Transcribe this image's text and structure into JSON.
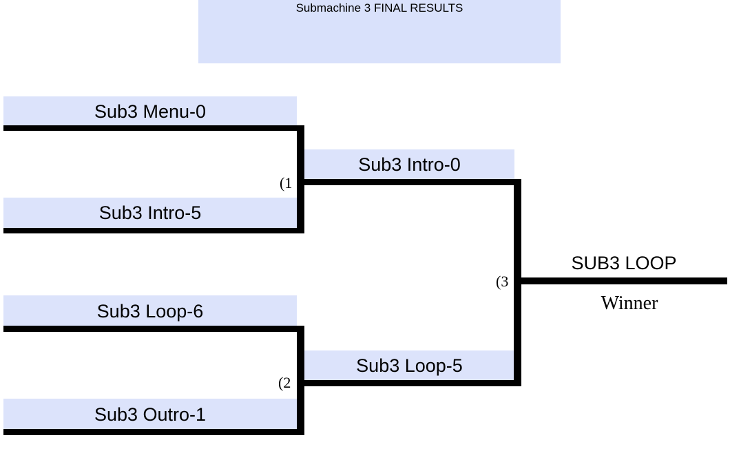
{
  "title": "Submachine 3 FINAL RESULTS",
  "round1": {
    "match1": {
      "top": "Sub3 Menu-0",
      "bottom": "Sub3 Intro-5",
      "number": "(1"
    },
    "match2": {
      "top": "Sub3 Loop-6",
      "bottom": "Sub3 Outro-1",
      "number": "(2"
    }
  },
  "round2": {
    "match3": {
      "top": "Sub3 Intro-0",
      "bottom": "Sub3 Loop-5",
      "number": "(3"
    }
  },
  "champion": {
    "name": "SUB3 LOOP",
    "label": "Winner"
  },
  "colors": {
    "slot_fill": "#dce3fb",
    "title_fill": "#d9e1fb",
    "line": "#000000"
  }
}
